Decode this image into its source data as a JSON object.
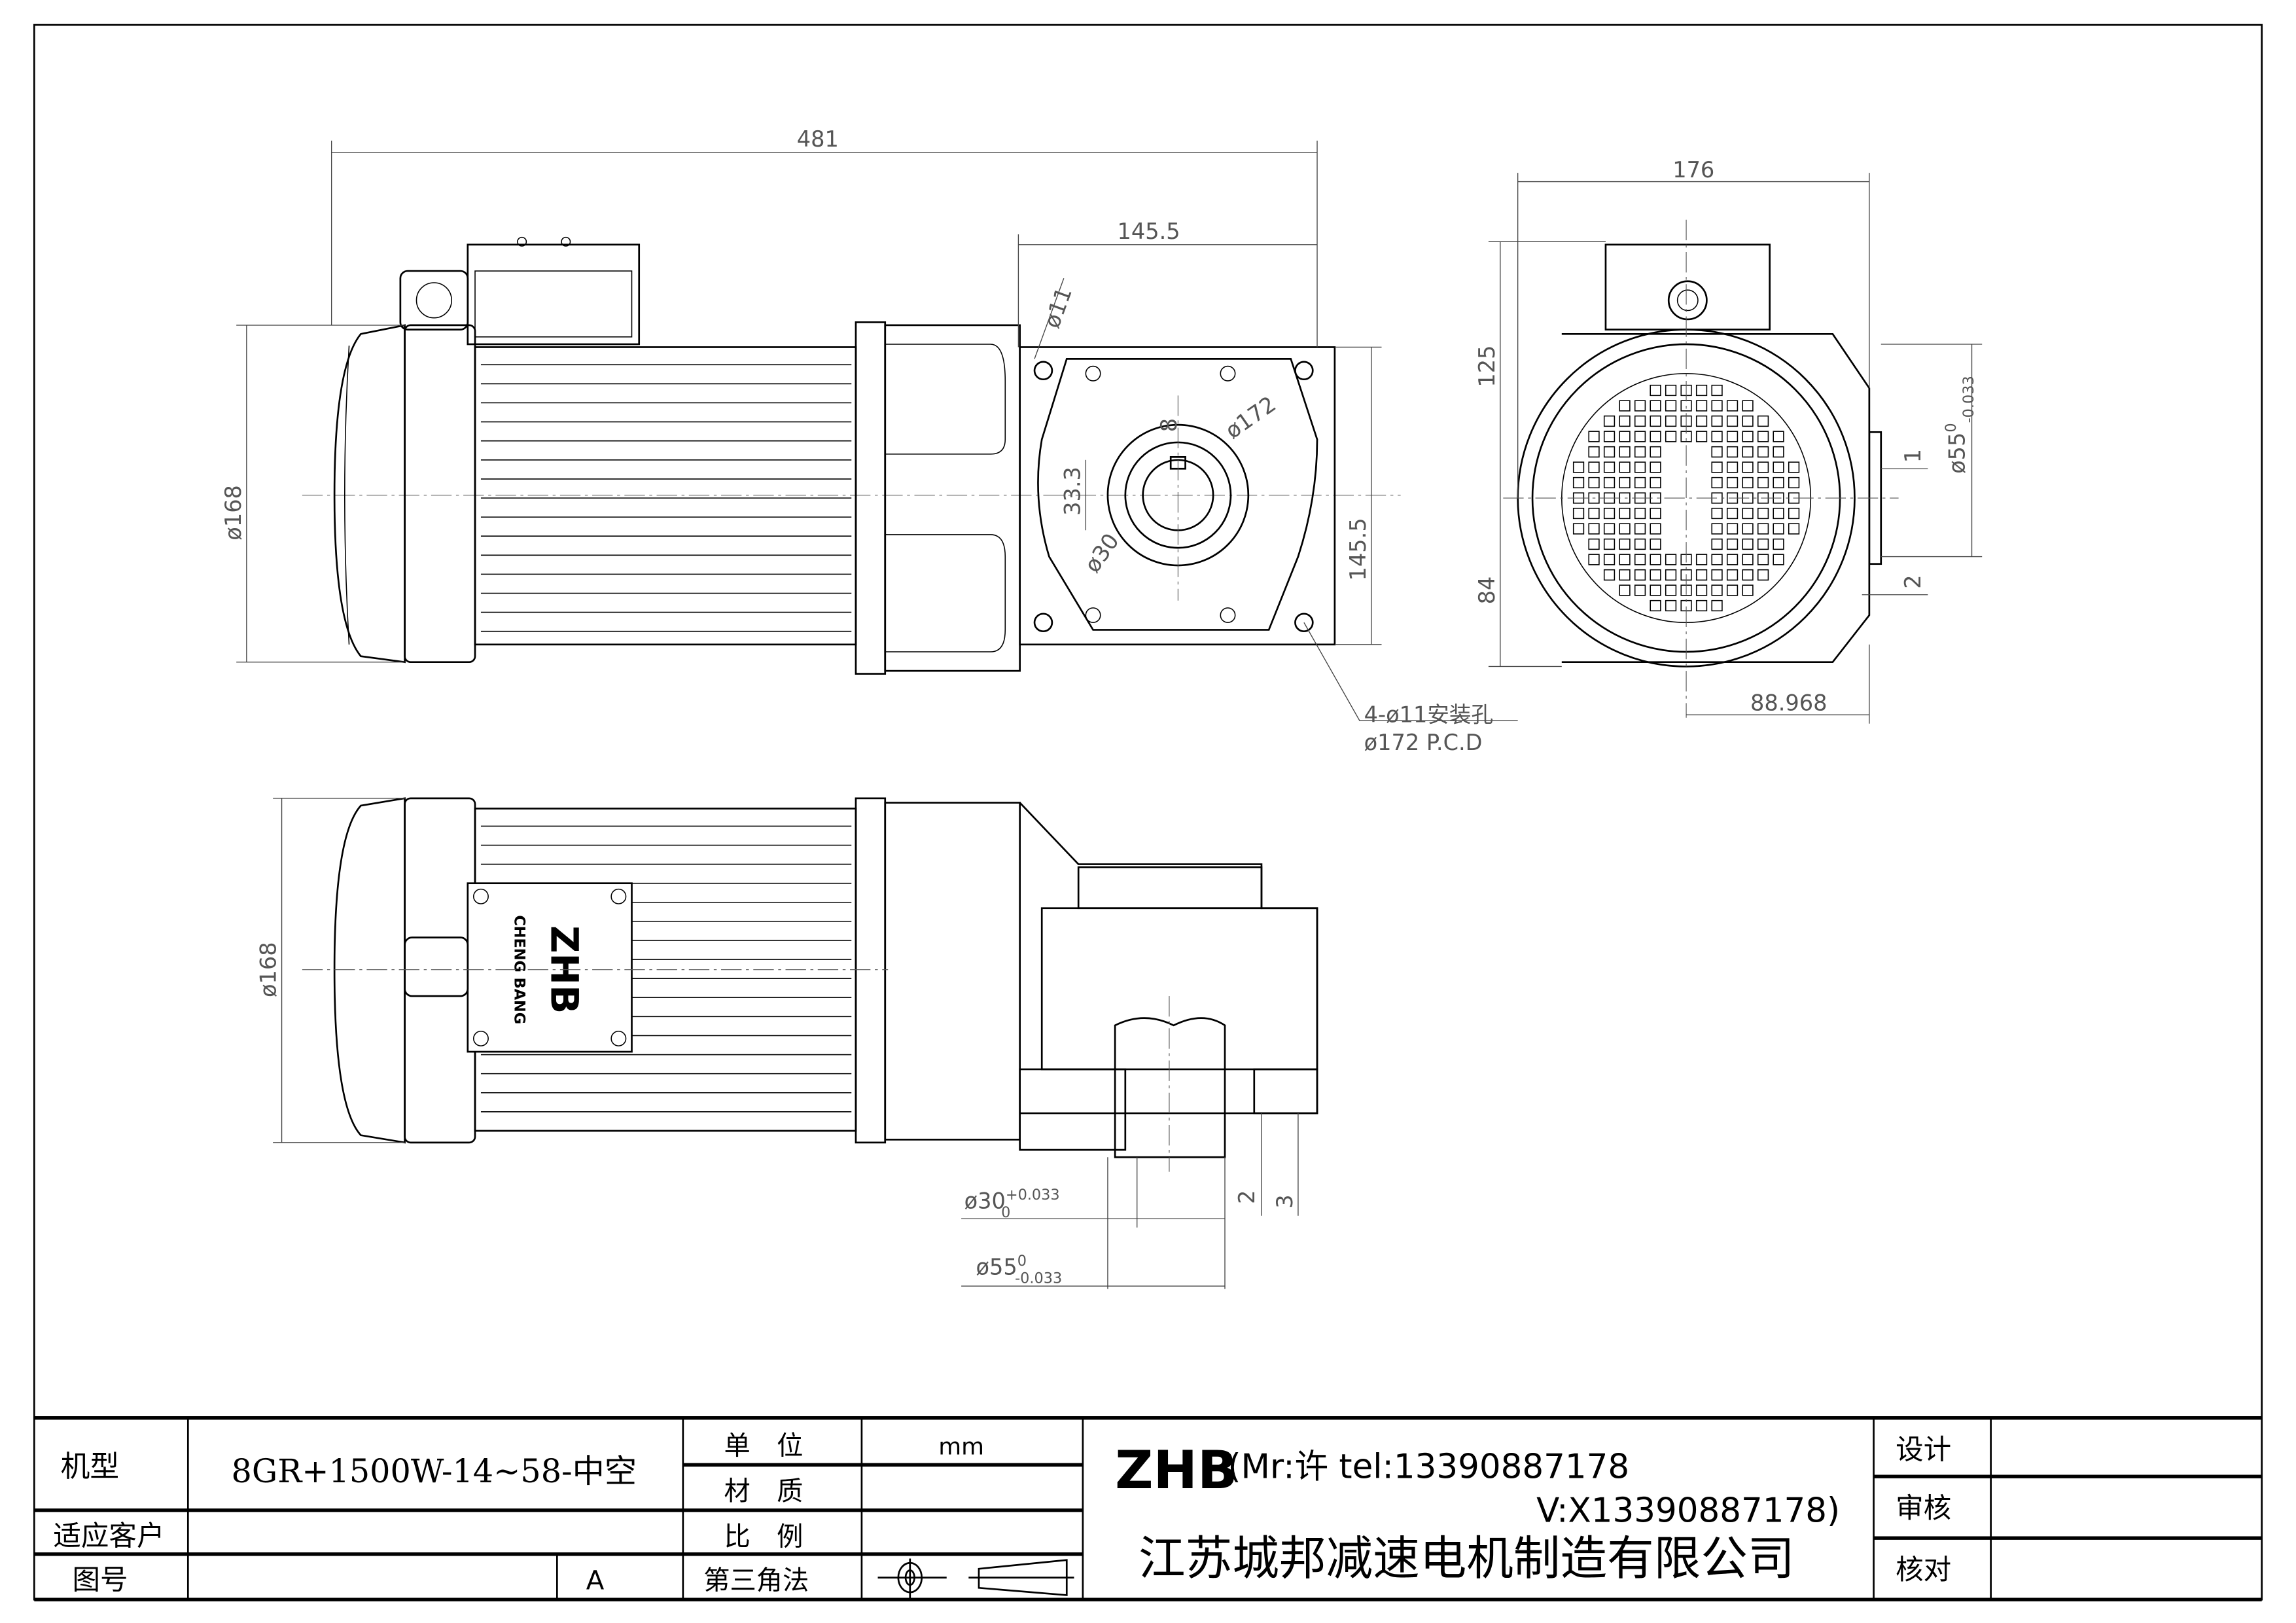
{
  "front_view": {
    "dim_overall_length": "481",
    "dim_gear_length": "145.5",
    "dim_hole_dia": "ø11",
    "dim_pcd": "ø172",
    "dim_key_height": "33.3",
    "dim_key_width": "8",
    "dim_bore": "ø30",
    "dim_flange_height": "145.5",
    "dim_motor_dia": "ø168",
    "note_holes": "4-ø11安装孔",
    "note_pcd": "ø172 P.C.D"
  },
  "side_view": {
    "dim_width": "176",
    "dim_upper_height": "125",
    "dim_lower_height": "84",
    "dim_shaft_dia": "ø55",
    "dim_shaft_tol_upper": "0",
    "dim_shaft_tol_lower": "-0.033",
    "dim_1": "1",
    "dim_2": "2",
    "dim_offset": "88.968"
  },
  "bottom_view": {
    "dim_motor_dia": "ø168",
    "dim_bore": "ø30",
    "dim_bore_tol_upper": "+0.033",
    "dim_bore_tol_lower": "0",
    "dim_outer": "ø55",
    "dim_outer_tol_upper": "0",
    "dim_outer_tol_lower": "-0.033",
    "dim_2": "2",
    "dim_3": "3",
    "logo_main": "ZHB",
    "logo_sub": "CHENG BANG"
  },
  "title_block": {
    "model_label": "机型",
    "model_value": "8GR+1500W-14~58-中空",
    "customer_label": "适应客户",
    "customer_value": "",
    "drawing_no_label": "图号",
    "drawing_no_value": "",
    "revision": "A",
    "unit_label": "单　位",
    "unit_value": "mm",
    "material_label": "材　质",
    "material_value": "",
    "scale_label": "比　例",
    "scale_value": "",
    "projection_label": "第三角法",
    "brand": "ZHB",
    "contact_line1": "(Mr:许 tel:13390887178",
    "contact_line2": "V:X13390887178)",
    "company": "江苏城邦减速电机制造有限公司",
    "design_label": "设计",
    "review_label": "审核",
    "check_label": "核对",
    "design_value": "",
    "review_value": "",
    "check_value": ""
  }
}
